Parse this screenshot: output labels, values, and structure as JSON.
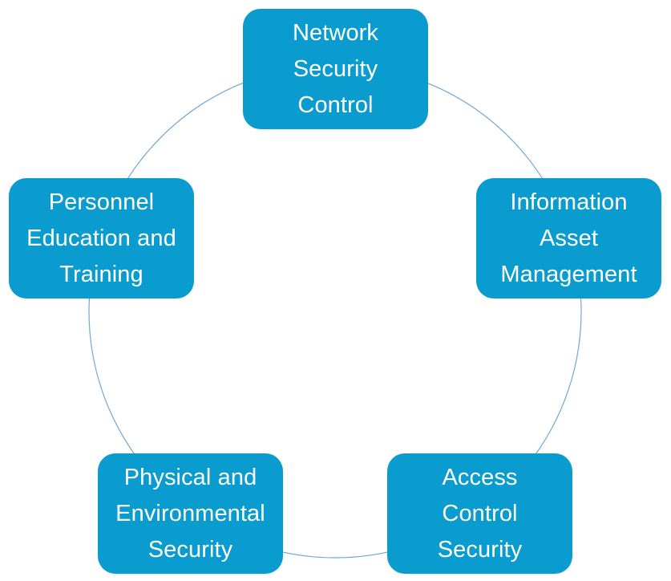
{
  "colors": {
    "node_fill": "#0b9ccf",
    "ring_stroke": "#6fa8d3"
  },
  "diagram": {
    "nodes": [
      {
        "id": "network",
        "label": "Network\nSecurity\nControl"
      },
      {
        "id": "asset",
        "label": "Information\nAsset\nManagement"
      },
      {
        "id": "access",
        "label": "Access\nControl\nSecurity"
      },
      {
        "id": "physical",
        "label": "Physical and\nEnvironmental\nSecurity"
      },
      {
        "id": "personnel",
        "label": "Personnel\nEducation and\nTraining"
      }
    ]
  }
}
